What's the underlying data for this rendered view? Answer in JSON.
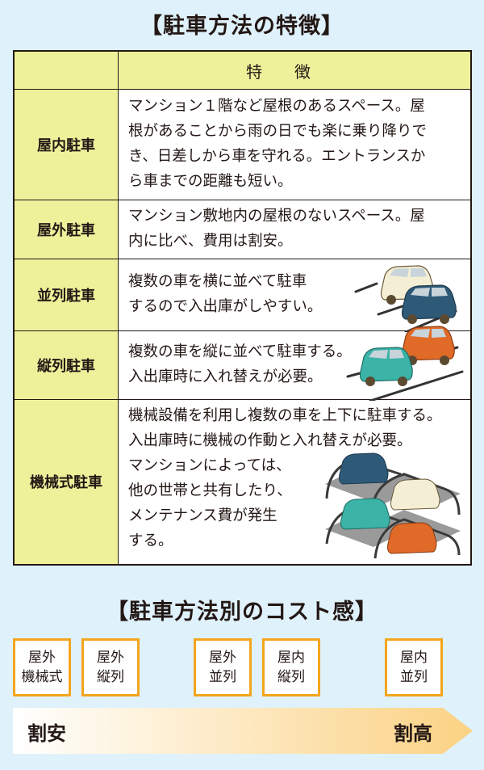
{
  "section1": {
    "title": "【駐車方法の特徴】",
    "header": {
      "left": "",
      "right": "特徴"
    },
    "rows": [
      {
        "label": "屋内駐車",
        "lines": [
          "マンション１階など屋根のあるスペース。屋",
          "根があることから雨の日でも楽に乗り降りで",
          "き、日差しから車を守れる。エントランスか",
          "ら車までの距離も短い。"
        ]
      },
      {
        "label": "屋外駐車",
        "lines": [
          "マンション敷地内の屋根のないスペース。屋",
          "内に比べ、費用は割安。"
        ]
      },
      {
        "label": "並列駐車",
        "lines": [
          "複数の車を横に並べて駐車",
          "するので入出庫がしやすい。"
        ],
        "illustration": "side-by-side-cars-icon"
      },
      {
        "label": "縦列駐車",
        "lines": [
          "複数の車を縦に並べて駐車する。",
          "入出庫時に入れ替えが必要。"
        ],
        "illustration": "tandem-cars-icon"
      },
      {
        "label": "機械式駐車",
        "lines": [
          "機械設備を利用し複数の車を上下に駐車する。",
          "入出庫時に機械の作動と入れ替えが必要。",
          "マンションによっては、",
          "他の世帯と共有したり、",
          "メンテナンス費が発生",
          "する。"
        ],
        "illustration": "mechanical-parking-icon"
      }
    ]
  },
  "section2": {
    "title": "【駐車方法別のコスト感】",
    "boxes": [
      {
        "line1": "屋外",
        "line2": "機械式"
      },
      {
        "line1": "屋外",
        "line2": "縦列"
      },
      {
        "line1": "屋外",
        "line2": "並列"
      },
      {
        "line1": "屋内",
        "line2": "縦列"
      },
      {
        "line1": "屋内",
        "line2": "並列"
      }
    ],
    "scale_low": "割安",
    "scale_high": "割高"
  },
  "colors": {
    "background": "#dff1fb",
    "header_fill": "#eff09a",
    "box_border": "#f4a51c",
    "arrow_start": "#ffffff",
    "arrow_end": "#fbd283"
  }
}
